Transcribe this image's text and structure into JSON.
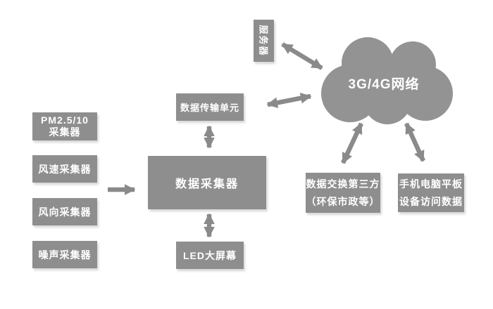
{
  "colors": {
    "node_fill": "#8e8e8e",
    "cloud_fill": "#939393",
    "arrow": "#8a8a8a",
    "text": "#ffffff",
    "background": "#ffffff"
  },
  "nodes": {
    "pm": {
      "line1": "PM2.5/10",
      "line2": "采集器"
    },
    "wind_speed": {
      "label": "风速采集器"
    },
    "wind_direction": {
      "label": "风向采集器"
    },
    "noise": {
      "label": "噪声采集器"
    },
    "data_collector": {
      "label": "数据采集器"
    },
    "dtu": {
      "label": "数据传输单元"
    },
    "server": {
      "label": "服务器"
    },
    "network": {
      "label": "3G/4G网络"
    },
    "led": {
      "label": "LED大屏幕"
    },
    "third_party": {
      "line1": "数据交换第三方",
      "line2": "（环保市政等）"
    },
    "devices": {
      "line1": "手机电脑平板",
      "line2": "设备访问数据"
    }
  }
}
